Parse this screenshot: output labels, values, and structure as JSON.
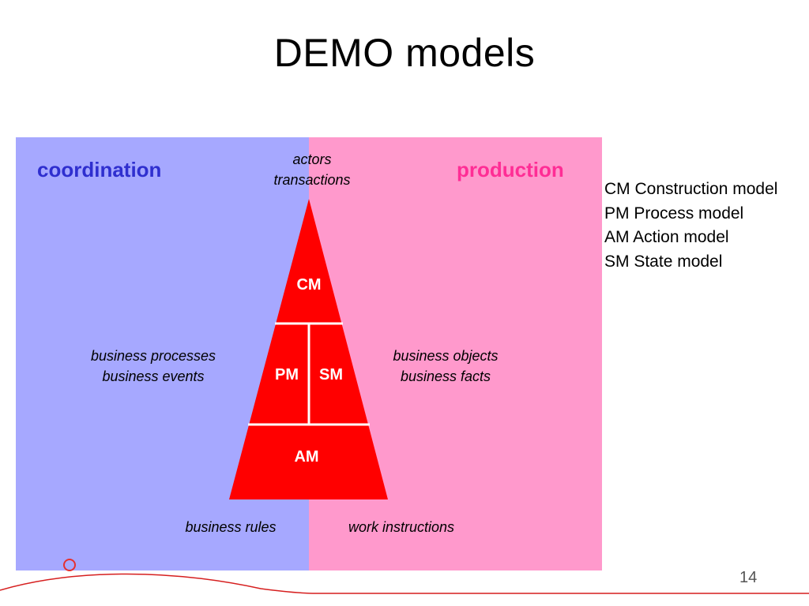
{
  "slide": {
    "title": "DEMO models",
    "page_number": "14"
  },
  "diagram": {
    "left_label": "coordination",
    "right_label": "production",
    "top_text": [
      "actors",
      "transactions"
    ],
    "left_middle_text": [
      "business processes",
      "business events"
    ],
    "right_middle_text": [
      "business objects",
      "business facts"
    ],
    "bottom_left_text": "business rules",
    "bottom_right_text": "work instructions",
    "segments": {
      "cm": "CM",
      "pm": "PM",
      "sm": "SM",
      "am": "AM"
    }
  },
  "legend": [
    "CM Construction model",
    "PM Process model",
    "AM Action model",
    "SM State model"
  ],
  "colors": {
    "coordination_bg": "#a6a8ff",
    "production_bg": "#ff99cc",
    "triangle": "#ff0000",
    "coordination_text": "#2f2fcf",
    "production_text": "#ff2d95"
  }
}
